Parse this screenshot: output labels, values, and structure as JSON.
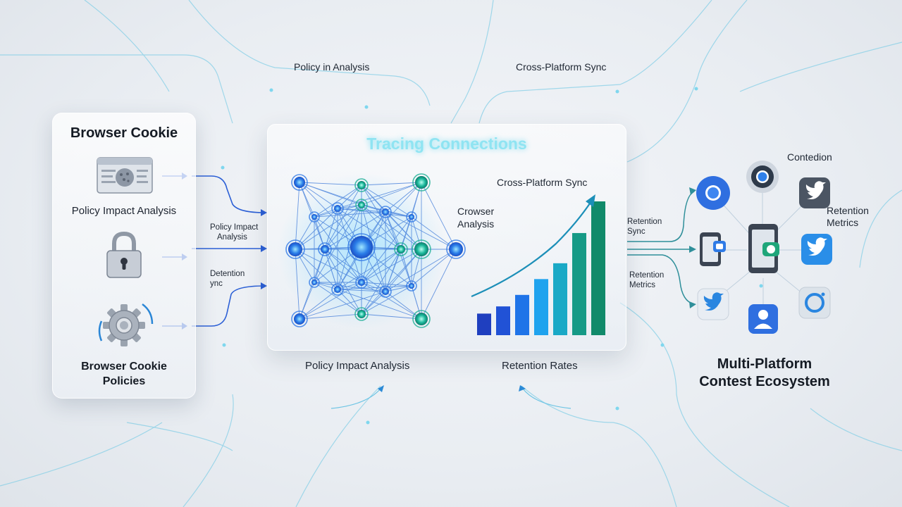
{
  "top_labels": {
    "policy_analysis": "Policy in Analysis",
    "cross_sync": "Cross-Platform Sync"
  },
  "left_panel": {
    "title": "Browser Cookie",
    "label_1": "Policy Impact Analysis",
    "label_2_line1": "Browser Cookie",
    "label_2_line2": "Policies",
    "icons": [
      "browser-window-icon",
      "padlock-icon",
      "gear-icon"
    ]
  },
  "flow_labels": {
    "policy_impact_line1": "Policy Impact",
    "policy_impact_line2": "Analysis",
    "detention_line1": "Detention",
    "detention_line2": "ync"
  },
  "center_panel": {
    "title": "Tracing Connections",
    "cross_sync": "Cross-Platform Sync",
    "crowser_line1": "Crowser",
    "crowser_line2": "Analysis"
  },
  "chart_data": {
    "type": "bar",
    "values": [
      1.5,
      2,
      2.8,
      3.9,
      5,
      7.1,
      9.3
    ],
    "colors": [
      "#1f3fbf",
      "#2152d6",
      "#1f74e8",
      "#1fa3ee",
      "#1aa9c6",
      "#169a86",
      "#118a6a"
    ],
    "trend": "rising arrow"
  },
  "bottom_labels": {
    "policy_impact": "Policy Impact Analysis",
    "retention_rates": "Retention Rates"
  },
  "right_flow_labels": {
    "retention_sync_line1": "Retention",
    "retention_sync_line2": "Sync",
    "retention_metrics_line1": "Retention",
    "retention_metrics_line2": "Metrics"
  },
  "right_cluster": {
    "contedion": "Contedion",
    "retention_metrics_line1": "Retention",
    "retention_metrics_line2": "Metrics",
    "title_line1": "Multi-Platform",
    "title_line2": "Contest Ecosystem",
    "icons": [
      "chrome-icon",
      "chrome-icon",
      "twitter-icon",
      "phone-chat-icon",
      "phone-chat-icon",
      "twitter-icon",
      "twitter-icon",
      "user-icon",
      "camera-icon"
    ]
  },
  "colors": {
    "accent_blue": "#1e6de0",
    "accent_teal": "#17a58e",
    "glow_cyan": "#8fe4f2"
  }
}
